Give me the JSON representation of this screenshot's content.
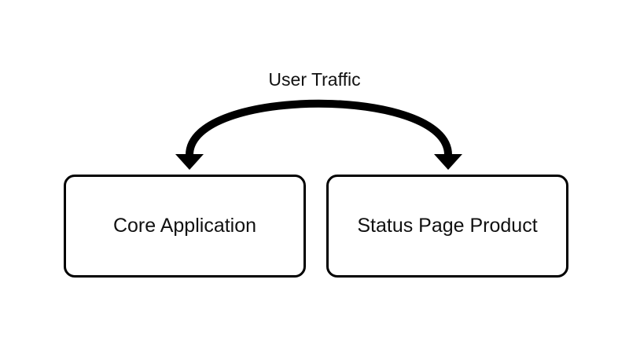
{
  "diagram": {
    "arc": {
      "label": "User Traffic",
      "direction": "bidirectional"
    },
    "nodes": [
      {
        "id": "core",
        "label": "Core Application"
      },
      {
        "id": "status",
        "label": "Status Page Product"
      }
    ],
    "colors": {
      "stroke": "#000000",
      "text": "#111111",
      "background": "#ffffff"
    }
  }
}
